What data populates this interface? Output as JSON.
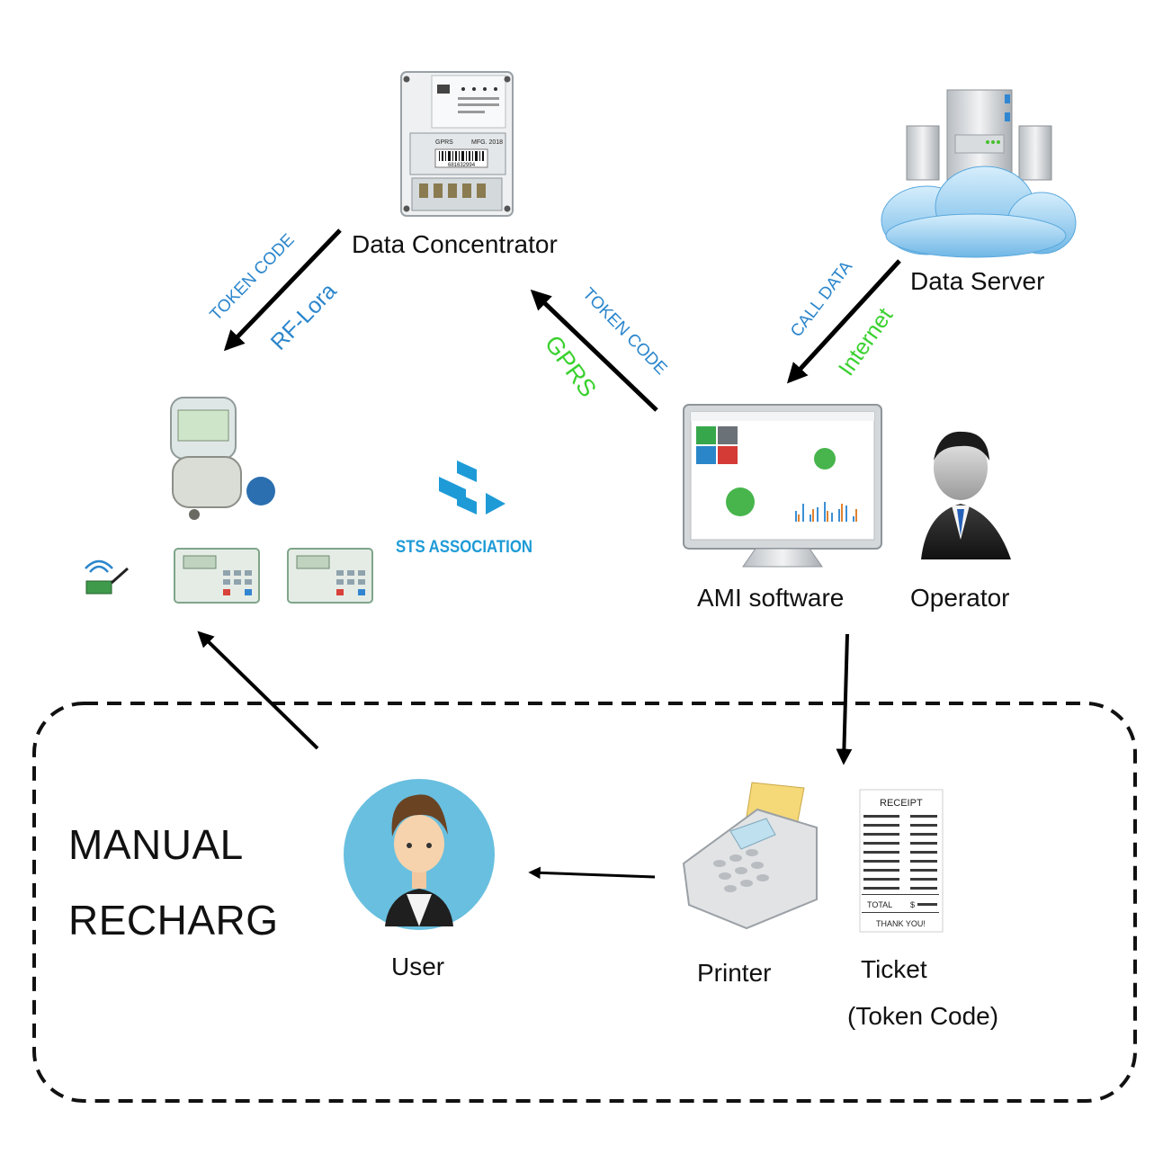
{
  "nodes": {
    "data_concentrator": "Data Concentrator",
    "data_server": "Data Server",
    "ami_software": "AMI software",
    "operator": "Operator",
    "user": "User",
    "printer": "Printer",
    "ticket": "Ticket",
    "ticket_sub": "(Token Code)"
  },
  "edges": {
    "concentrator_to_meter_top": "TOKEN CODE",
    "concentrator_to_meter_bottom": "RF-Lora",
    "ami_to_concentrator_top": "TOKEN CODE",
    "ami_to_concentrator_bottom": "GPRS",
    "server_to_ami_top": "CALL DATA",
    "server_to_ami_bottom": "Internet"
  },
  "manual_box": {
    "line1": "MANUAL",
    "line2": "RECHARG"
  },
  "logo": {
    "sts_text": "STS ASSOCIATION"
  },
  "receipt": {
    "title": "RECEIPT",
    "total": "TOTAL",
    "currency": "$",
    "thanks": "THANK YOU!"
  },
  "meter_text": {
    "serial": "681632994",
    "gprs": "GPRS",
    "mfg": "MFG. 2018"
  },
  "colors": {
    "protocol_blue": "#2b86cc",
    "protocol_green": "#3ad12f",
    "logo_blue": "#1e9bd7"
  }
}
